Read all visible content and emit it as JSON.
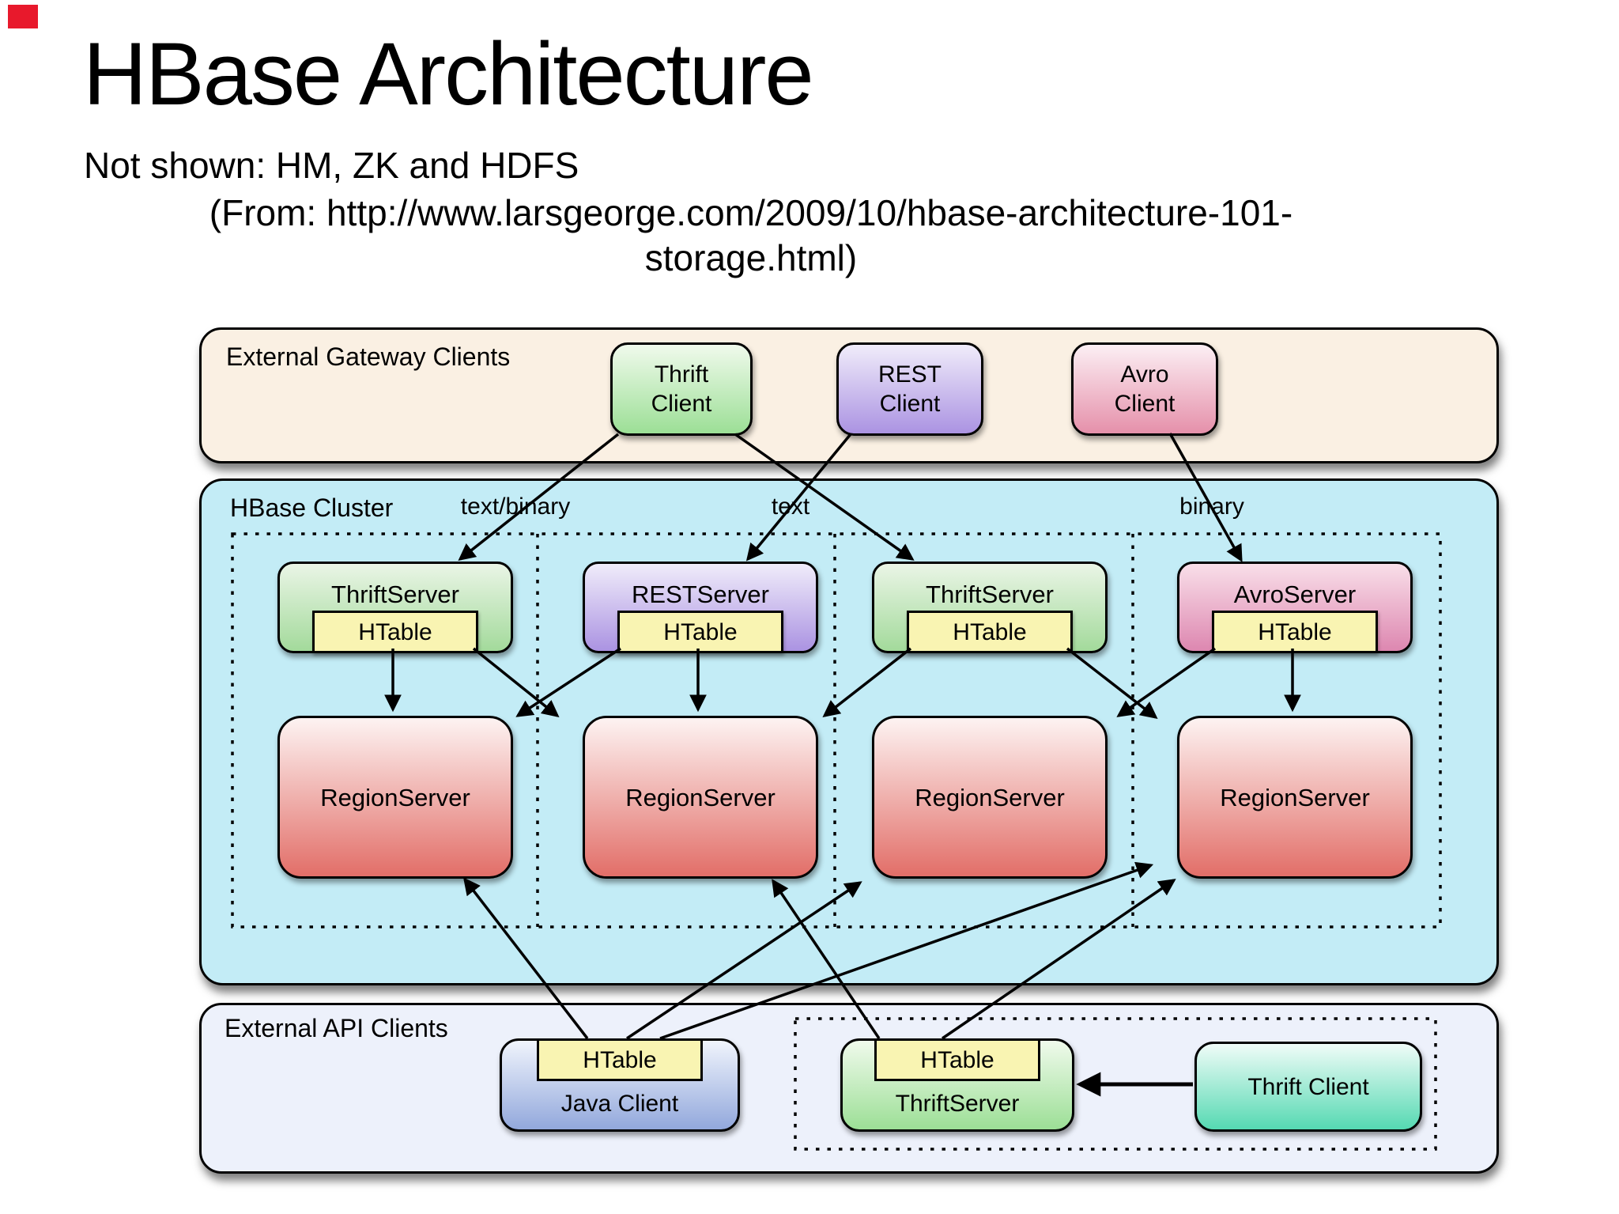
{
  "header": {
    "title": "HBase Architecture",
    "subtitle": "Not shown: HM, ZK and HDFS",
    "source_line1": "(From: http://www.larsgeorge.com/2009/10/hbase-architecture-101-",
    "source_line2": "storage.html)"
  },
  "gateway": {
    "label": "External Gateway Clients",
    "clients": [
      {
        "line1": "Thrift",
        "line2": "Client"
      },
      {
        "line1": "REST",
        "line2": "Client"
      },
      {
        "line1": "Avro",
        "line2": "Client"
      }
    ]
  },
  "cluster": {
    "label": "HBase Cluster",
    "flow_labels": [
      "text/binary",
      "text",
      "binary"
    ],
    "servers": [
      {
        "title": "ThriftServer",
        "htable": "HTable"
      },
      {
        "title": "RESTServer",
        "htable": "HTable"
      },
      {
        "title": "ThriftServer",
        "htable": "HTable"
      },
      {
        "title": "AvroServer",
        "htable": "HTable"
      }
    ],
    "regionservers": [
      {
        "title": "RegionServer"
      },
      {
        "title": "RegionServer"
      },
      {
        "title": "RegionServer"
      },
      {
        "title": "RegionServer"
      }
    ]
  },
  "api": {
    "label": "External API Clients",
    "java_client": {
      "htable": "HTable",
      "title": "Java Client"
    },
    "thrift_server": {
      "htable": "HTable",
      "title": "ThriftServer"
    },
    "thrift_client": {
      "title": "Thrift Client"
    }
  },
  "colors": {
    "record_red": "#e8192c",
    "gateway_bg": "#faf0e3",
    "cluster_bg": "#c3ecf6",
    "api_bg": "#edf1fb",
    "green_top": "#f0faec",
    "green_bottom": "#9cdf96",
    "purple_top": "#f0ecfa",
    "purple_bottom": "#ab93e2",
    "pink_top": "#fceff4",
    "pink_bottom": "#e590aa",
    "avroserver_top": "#f9dfe9",
    "avroserver_bottom": "#dd87b0",
    "regionserver_top": "#fdf3f2",
    "regionserver_bottom": "#e26e68",
    "javaclient_top": "#f0f4fc",
    "javaclient_bottom": "#92a8dc",
    "thriftclient_top": "#f0fcf8",
    "thriftclient_bottom": "#55d9b2",
    "htable_bg": "#f9f4b2",
    "outline": "#000000"
  }
}
